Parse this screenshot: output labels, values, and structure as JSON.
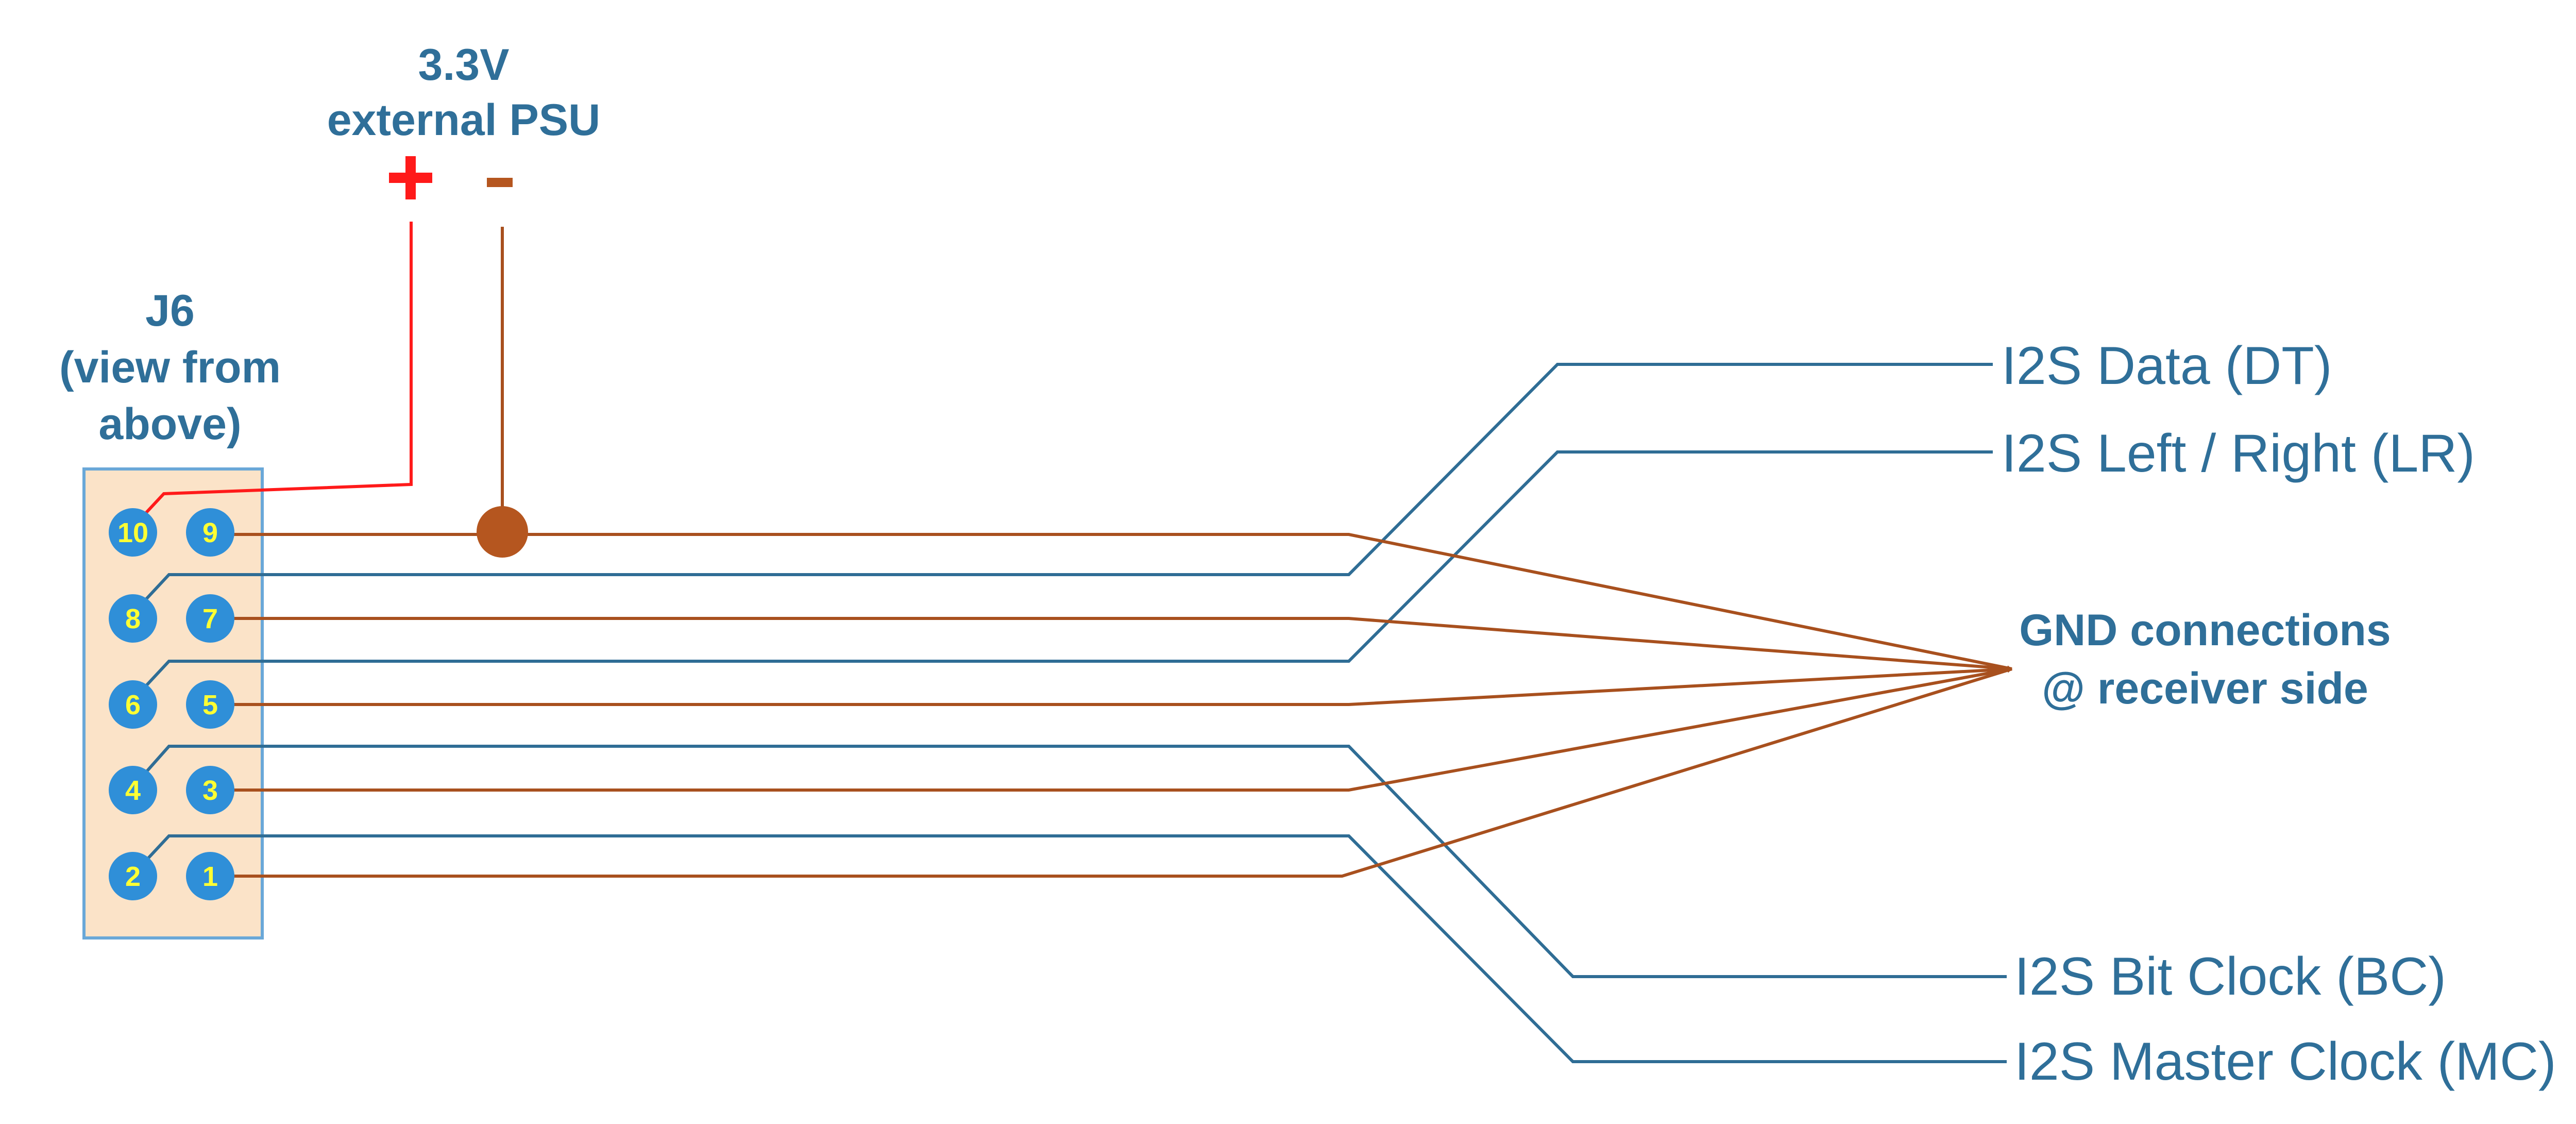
{
  "psu": {
    "title_line1": "3.3V",
    "title_line2": "external PSU",
    "plus": "+",
    "minus": "-"
  },
  "connector": {
    "title_line1": "J6",
    "title_line2": "(view from",
    "title_line3": "above)",
    "pins": [
      "10",
      "9",
      "8",
      "7",
      "6",
      "5",
      "4",
      "3",
      "2",
      "1"
    ]
  },
  "signals": {
    "dt": "I2S Data (DT)",
    "lr": "I2S Left / Right (LR)",
    "bc": "I2S Bit Clock (BC)",
    "mc": "I2S Master Clock (MC)"
  },
  "gnd": {
    "line1": "GND connections",
    "line2": "@ receiver side"
  },
  "colors": {
    "signal_wire": "#2f6d95",
    "ground_wire": "#a8501e",
    "power_wire": "#ff1a1a",
    "pin_fill": "#2f8fd8",
    "pin_label": "#ffff33",
    "connector_fill": "#fbe3c8",
    "text": "#2f6f99"
  }
}
